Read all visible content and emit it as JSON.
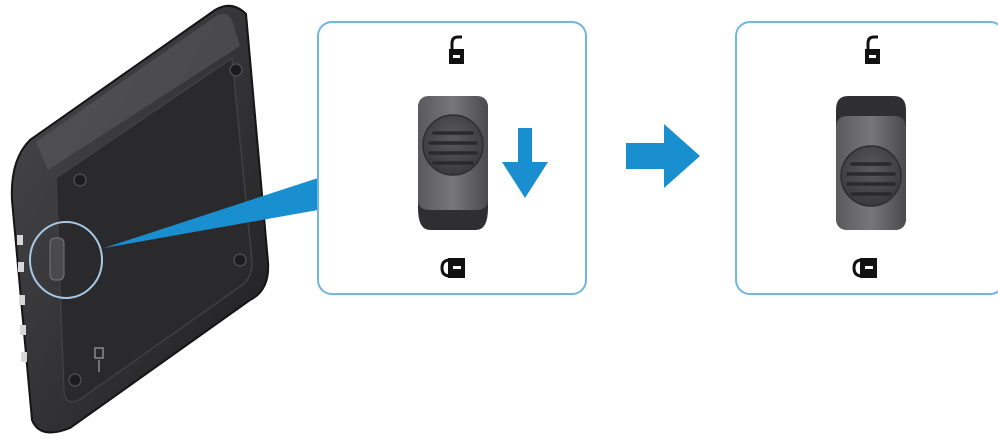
{
  "figure": {
    "icons": {
      "device": "flatbed-scanner-icon",
      "lock_open": "unlock-icon",
      "lock_closed": "lock-icon",
      "slide_direction": "arrow-down-icon",
      "step": "arrow-right-icon"
    },
    "colors": {
      "accent": "#1a8fcf",
      "panel_border": "#6fb7e0",
      "device_dark": "#2f2f31",
      "switch_dark": "#3a3a3c",
      "switch_light": "#6b6b6d"
    },
    "panels": [
      {
        "state": "before",
        "switch_position": "up",
        "shows_arrow": true
      },
      {
        "state": "after",
        "switch_position": "down",
        "shows_arrow": false
      }
    ]
  }
}
